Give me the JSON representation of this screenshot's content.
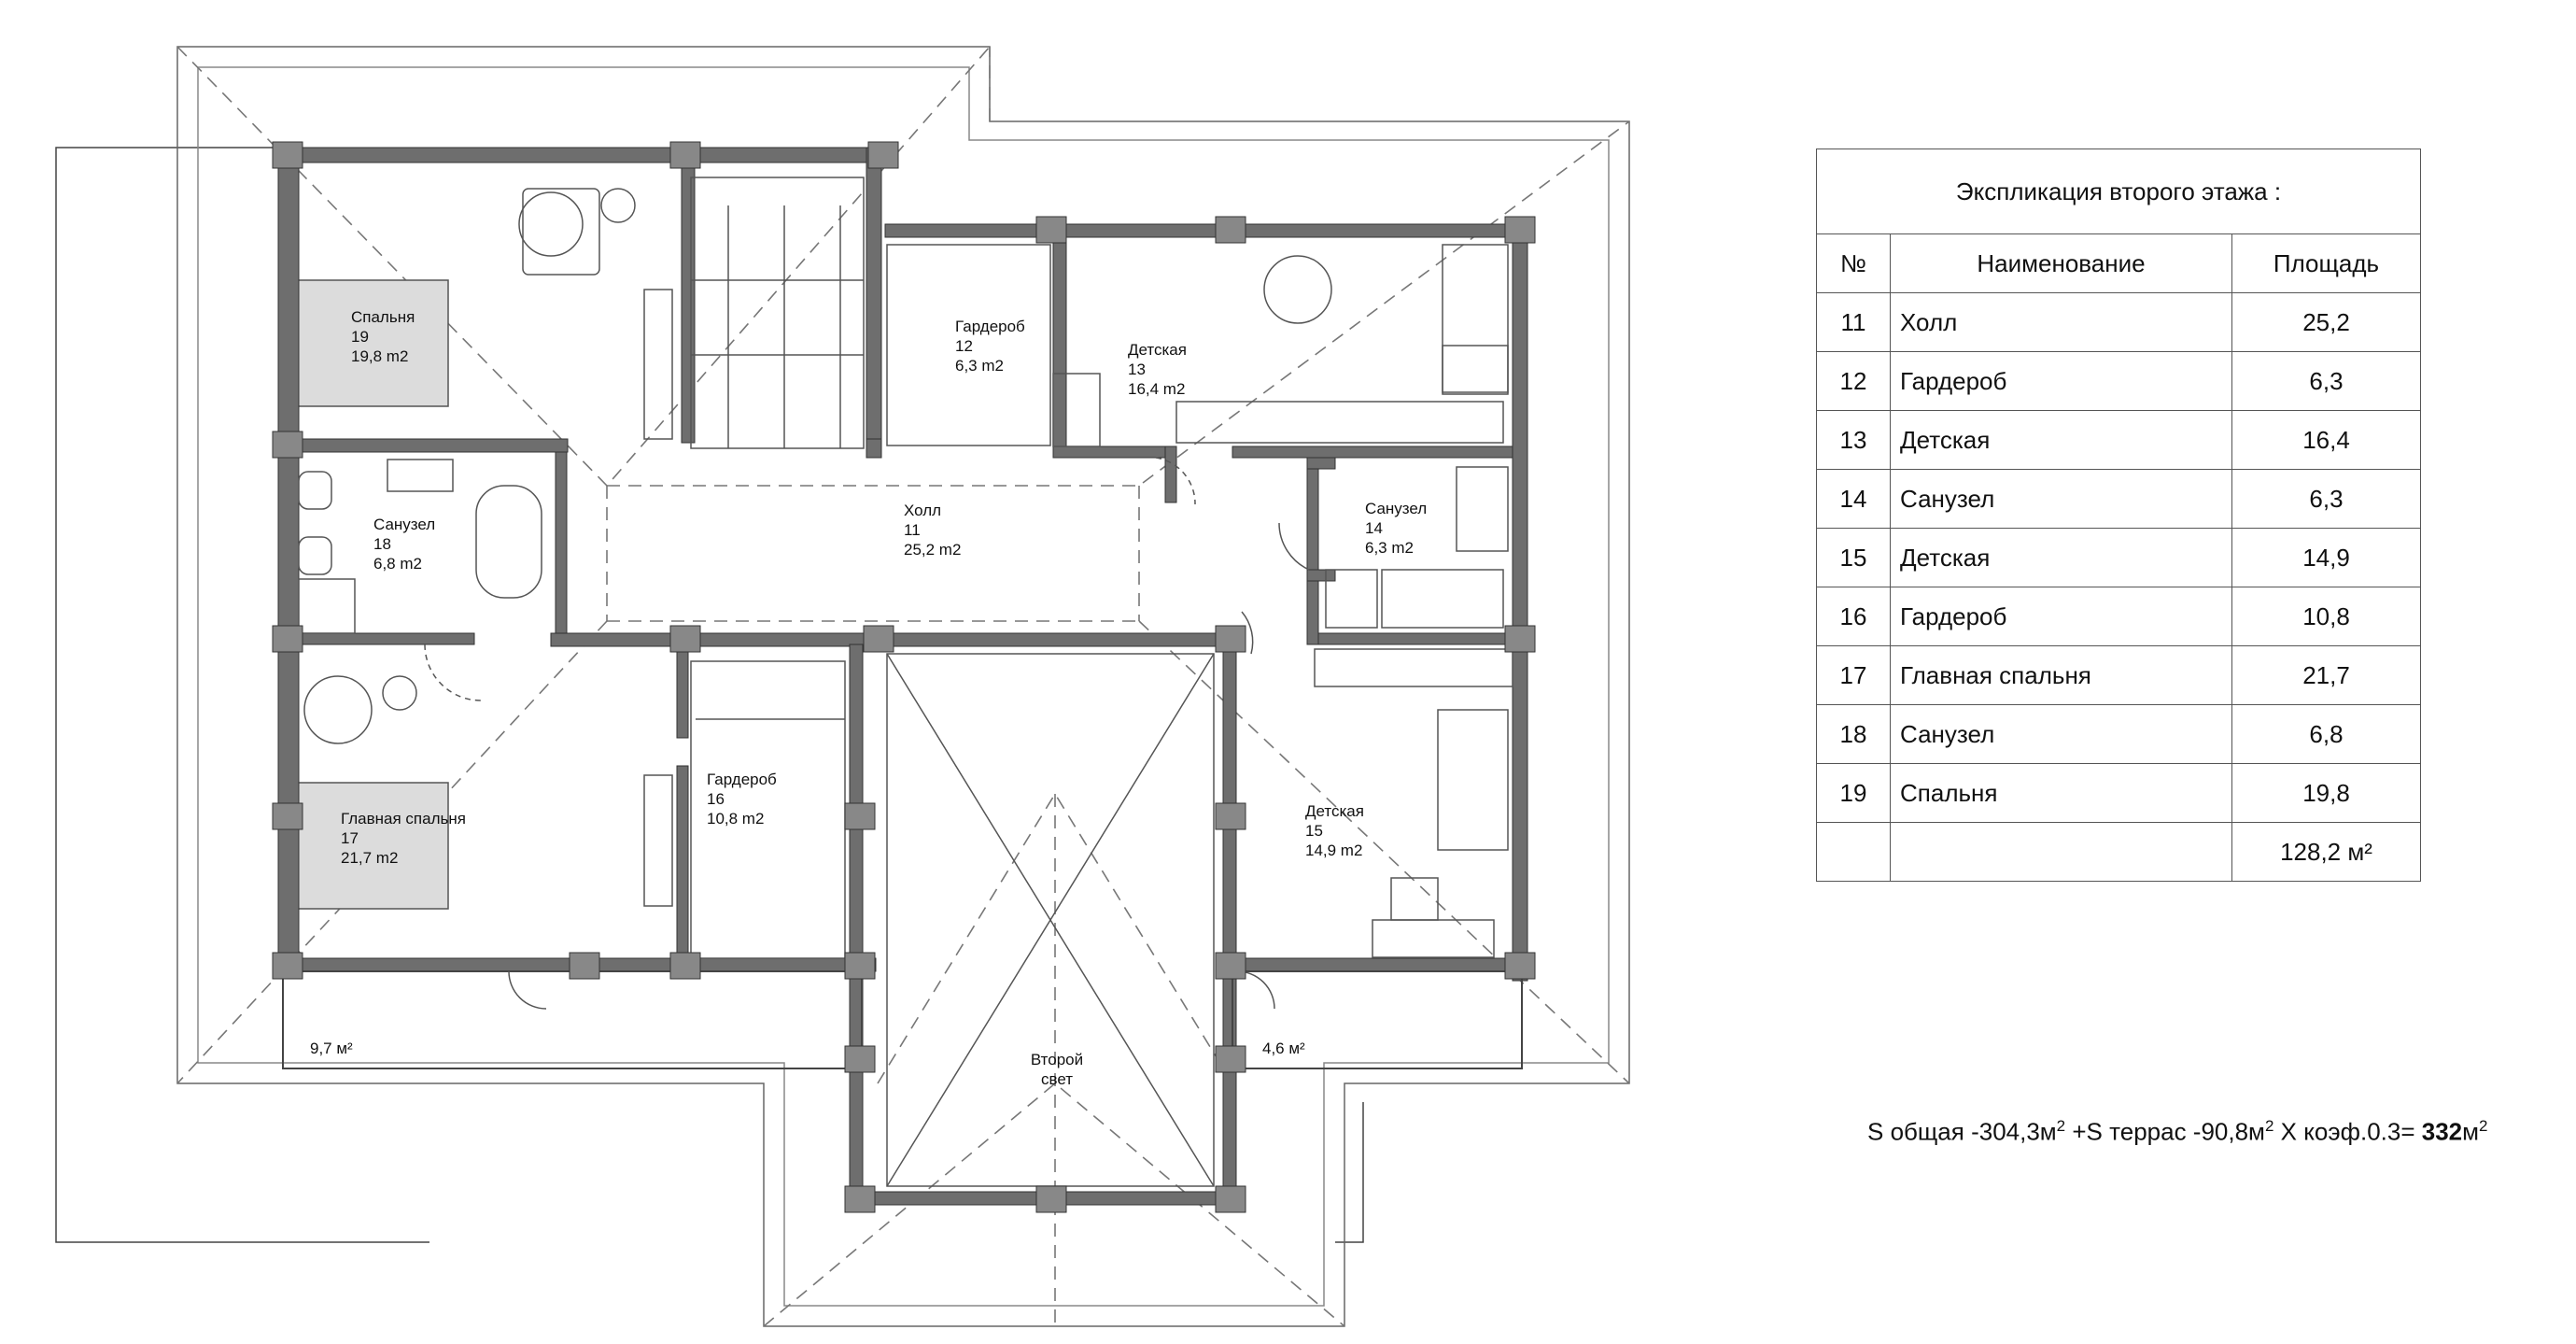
{
  "rooms": [
    {
      "name": "Спальня",
      "num": "19",
      "area": "19,8 m2"
    },
    {
      "name": "Санузел",
      "num": "18",
      "area": "6,8 m2"
    },
    {
      "name": "Главная спальня",
      "num": "17",
      "area": "21,7 m2"
    },
    {
      "name": "Гардероб",
      "num": "12",
      "area": "6,3 m2"
    },
    {
      "name": "Детская",
      "num": "13",
      "area": "16,4 m2"
    },
    {
      "name": "Холл",
      "num": "11",
      "area": "25,2 m2"
    },
    {
      "name": "Санузел",
      "num": "14",
      "area": "6,3 m2"
    },
    {
      "name": "Гардероб",
      "num": "16",
      "area": "10,8 m2"
    },
    {
      "name": "Детская",
      "num": "15",
      "area": "14,9 m2"
    }
  ],
  "terraces": [
    {
      "label": "9,7 м²"
    },
    {
      "label": "4,6 м²"
    }
  ],
  "second_light": {
    "line1": "Второй",
    "line2": "свет"
  },
  "explication": {
    "title": "Экспликация второго этажа :",
    "headers": {
      "num": "№",
      "name": "Наименование",
      "area": "Площадь"
    },
    "rows": [
      {
        "num": "11",
        "name": "Холл",
        "area": "25,2"
      },
      {
        "num": "12",
        "name": "Гардероб",
        "area": "6,3"
      },
      {
        "num": "13",
        "name": "Детская",
        "area": "16,4"
      },
      {
        "num": "14",
        "name": "Санузел",
        "area": "6,3"
      },
      {
        "num": "15",
        "name": "Детская",
        "area": "14,9"
      },
      {
        "num": "16",
        "name": "Гардероб",
        "area": "10,8"
      },
      {
        "num": "17",
        "name": "Главная спальня",
        "area": "21,7"
      },
      {
        "num": "18",
        "name": "Санузел",
        "area": "6,8"
      },
      {
        "num": "19",
        "name": "Спальня",
        "area": "19,8"
      }
    ],
    "total": "128,2 м²"
  },
  "formula": {
    "part1": "S общая -304,3м",
    "sup1": "2",
    "part2": " +S террас -90,8м",
    "sup2": "2",
    "part3": " X коэф.0.3= ",
    "result": "332",
    "unit": "м",
    "sup3": "2"
  }
}
